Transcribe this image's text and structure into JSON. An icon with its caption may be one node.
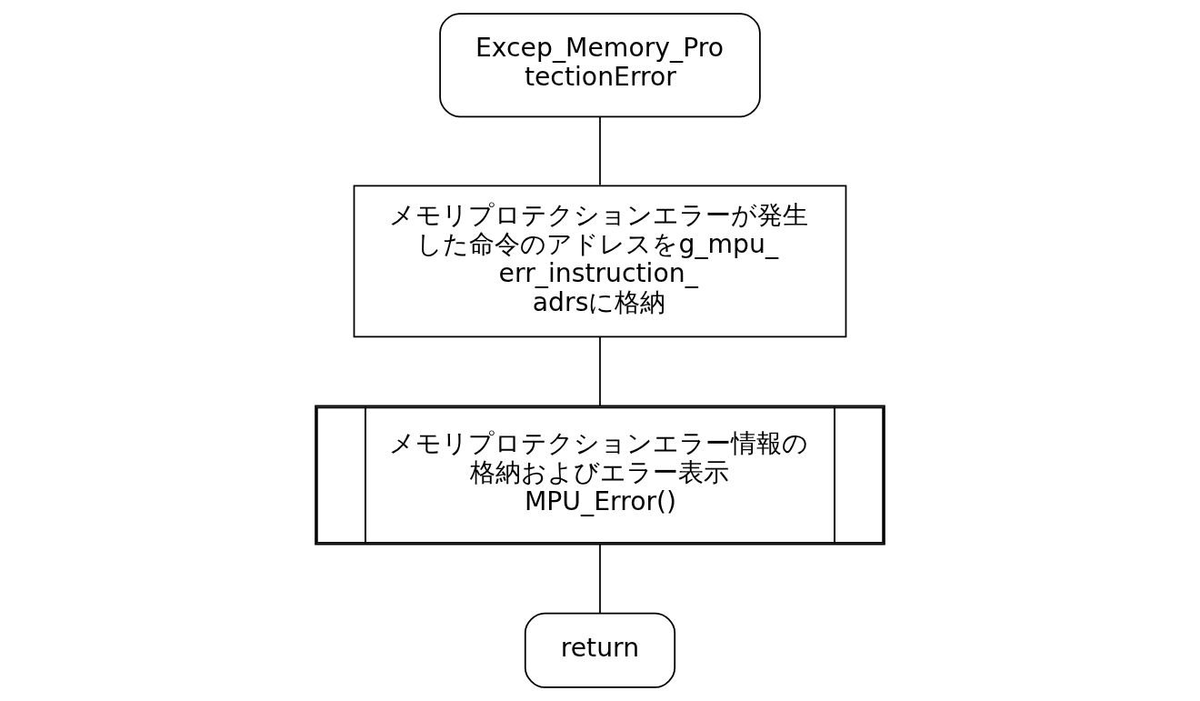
{
  "diagram": {
    "nodes": [
      {
        "text": [
          "Excep_Memory_ProtectionError"
        ]
      },
      {
        "text": [
          "メモリプロテクションエラーが発生した命令のアドレスをg_mpu_err_instruction_adrsに格納"
        ]
      },
      {
        "text": [
          "メモリプロテクションエラー情報の格納およびエラー表示",
          "MPU_Error()"
        ]
      },
      {
        "text": [
          "return"
        ]
      }
    ],
    "edges": [
      {
        "from": 0,
        "to": 1,
        "arrow": "none"
      },
      {
        "from": 1,
        "to": 2,
        "arrow": "none"
      },
      {
        "from": 2,
        "to": 3,
        "arrow": "none"
      }
    ]
  }
}
